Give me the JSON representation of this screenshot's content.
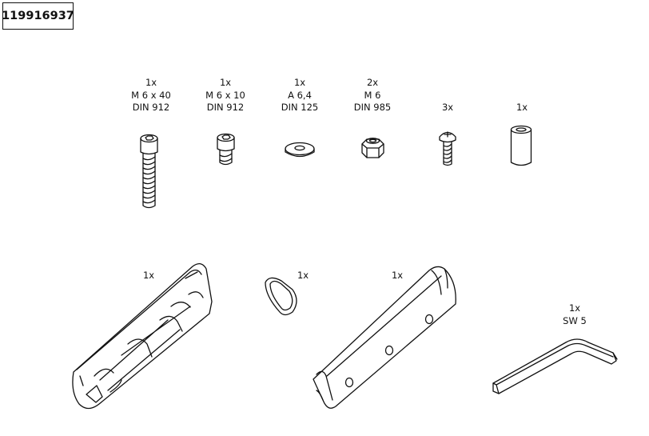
{
  "part_number": "119916937",
  "parts": [
    {
      "qty": "1x",
      "spec": "M 6 x 40",
      "norm": "DIN 912"
    },
    {
      "qty": "1x",
      "spec": "M 6 x 10",
      "norm": "DIN 912"
    },
    {
      "qty": "1x",
      "spec": "A 6,4",
      "norm": "DIN 125"
    },
    {
      "qty": "2x",
      "spec": "M 6",
      "norm": "DIN 985"
    },
    {
      "qty": "3x"
    },
    {
      "qty": "1x"
    },
    {
      "qty": "1x"
    },
    {
      "qty": "1x"
    },
    {
      "qty": "1x"
    },
    {
      "qty": "1x",
      "spec": "SW 5"
    }
  ]
}
